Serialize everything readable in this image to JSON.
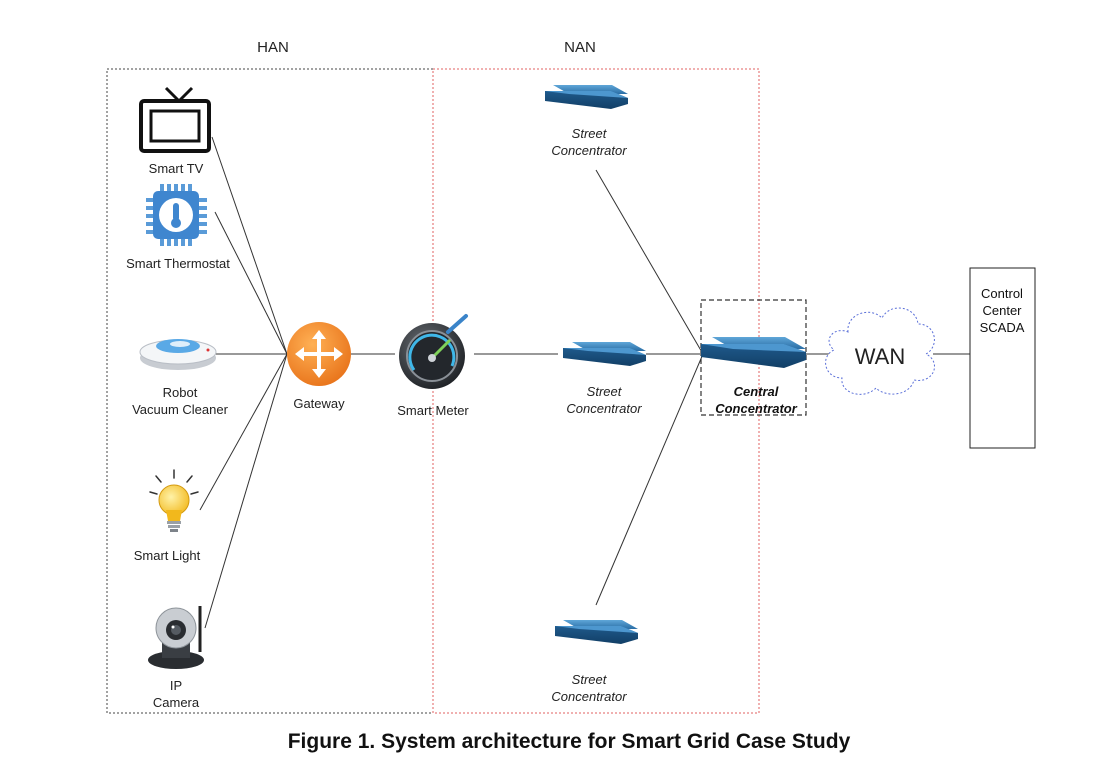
{
  "zones": {
    "han": "HAN",
    "nan": "NAN"
  },
  "devices": {
    "smart_tv": "Smart TV",
    "smart_thermostat": "Smart Thermostat",
    "robot_vacuum": [
      "Robot",
      "Vacuum Cleaner"
    ],
    "smart_light": "Smart Light",
    "ip_camera": [
      "IP",
      "Camera"
    ]
  },
  "gateway": "Gateway",
  "smart_meter": "Smart Meter",
  "street_concentrator": [
    "Street",
    "Concentrator"
  ],
  "central_concentrator": [
    "Central",
    "Concentrator"
  ],
  "wan": "WAN",
  "control_center": [
    "Control",
    "Center",
    "SCADA"
  ],
  "caption": "Figure 1. System architecture for Smart Grid Case Study",
  "colors": {
    "gateway": "#f08a24",
    "server": "#2b6ea3",
    "han_border": "#444444",
    "nan_border": "#e06060",
    "cloud_border": "#5a6fd8",
    "central_box": "#333333"
  }
}
